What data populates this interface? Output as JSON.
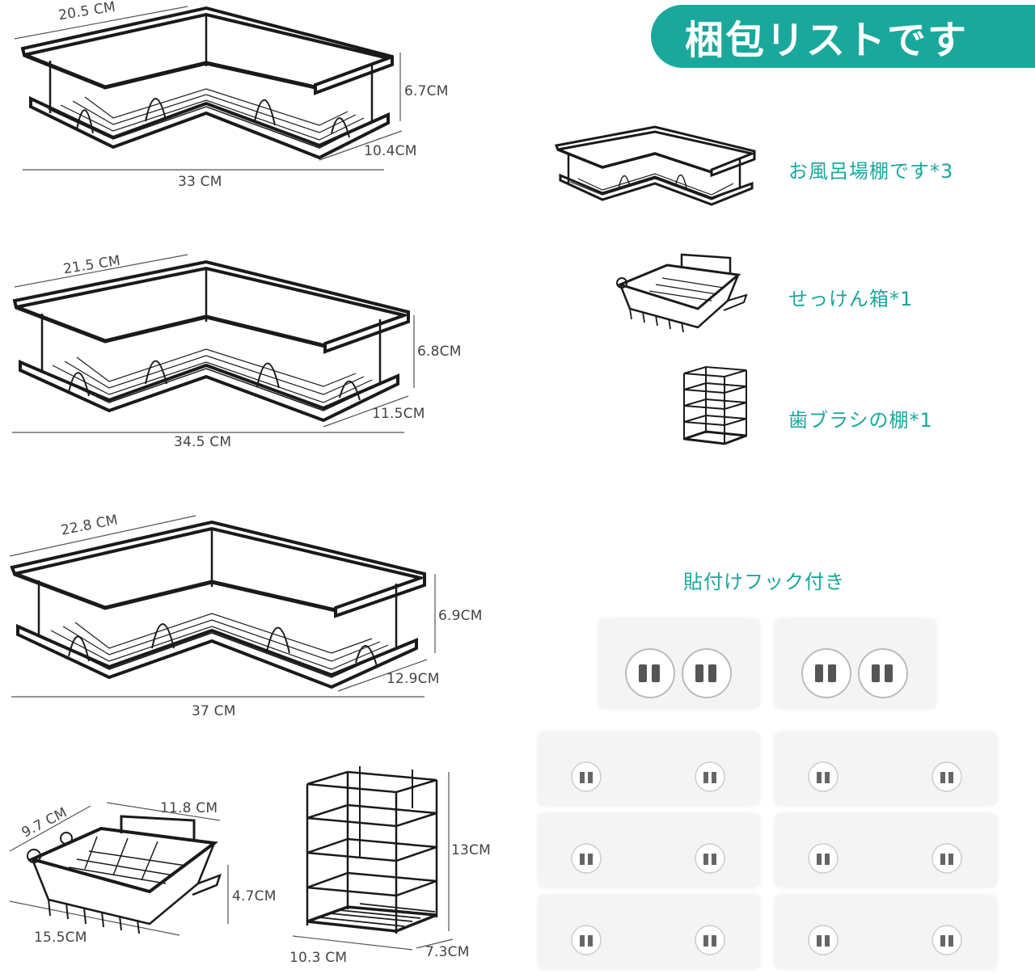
{
  "banner": {
    "title": "梱包リストです"
  },
  "shelves": [
    {
      "top": "20.5 CM",
      "height": "6.7CM",
      "depth": "10.4CM",
      "width": "33 CM"
    },
    {
      "top": "21.5 CM",
      "height": "6.8CM",
      "depth": "11.5CM",
      "width": "34.5 CM"
    },
    {
      "top": "22.8 CM",
      "height": "6.9CM",
      "depth": "12.9CM",
      "width": "37 CM"
    }
  ],
  "soap_dish": {
    "depth": "9.7 CM",
    "width": "11.8 CM",
    "height": "4.7CM",
    "length": "15.5CM"
  },
  "toothbrush_rack": {
    "height": "13CM",
    "width": "10.3 CM",
    "depth": "7.3CM"
  },
  "contents": [
    {
      "label": "お風呂場棚です*3"
    },
    {
      "label": "せっけん箱*1"
    },
    {
      "label": "歯ブラシの棚*1"
    }
  ],
  "hooks": {
    "label": "貼付けフック付き"
  },
  "colors": {
    "accent": "#1aa89c",
    "frame": "#1a1a1a"
  }
}
